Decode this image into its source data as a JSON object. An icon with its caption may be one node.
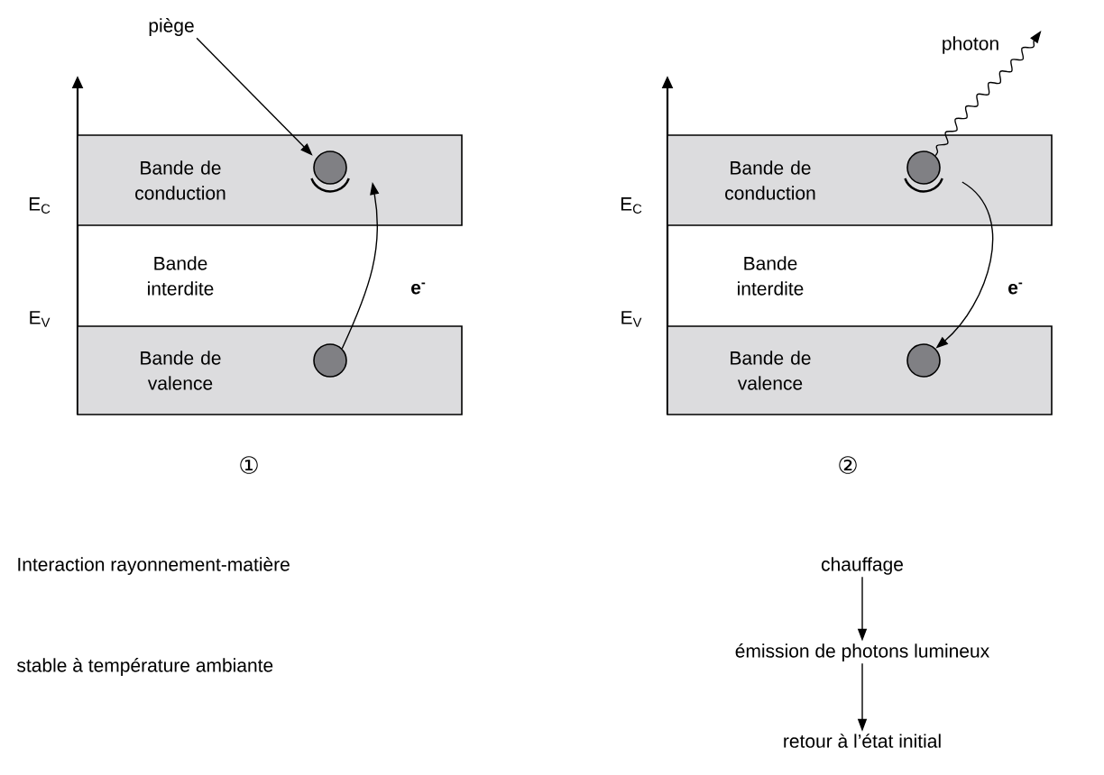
{
  "diagram": {
    "nodes": [
      {
        "text": [
          "Bande de conduction"
        ]
      },
      {
        "text": [
          "Bande de valence"
        ]
      },
      {
        "text": [],
        "shape": "circle",
        "in": 0
      },
      {
        "text": [],
        "shape": "circle",
        "in": 1
      },
      {
        "text": [
          "piège"
        ]
      },
      {
        "text": [
          "Bande de conduction"
        ]
      },
      {
        "text": [
          "Bande de valence"
        ]
      },
      {
        "text": [],
        "shape": "circle",
        "in": 5
      },
      {
        "text": [],
        "shape": "circle",
        "in": 6
      },
      {
        "text": [
          "photon"
        ]
      },
      {
        "text": [
          "chauffage"
        ]
      },
      {
        "text": [
          "émission de photons lumineux"
        ]
      },
      {
        "text": [
          "retour à l’état initial"
        ]
      }
    ],
    "edges": [
      {
        "from": 4,
        "to": 2,
        "arrow": "to"
      },
      {
        "from": 3,
        "to": 2,
        "arrow": "to",
        "label": "e$^{-}$"
      },
      {
        "from": 7,
        "to": 9,
        "arrow": "to"
      },
      {
        "from": 7,
        "to": 8,
        "arrow": "to",
        "label": "e$^{-}$"
      },
      {
        "from": 10,
        "to": 11,
        "arrow": "to"
      },
      {
        "from": 11,
        "to": 12,
        "arrow": "to"
      }
    ],
    "labels": [
      "E$_{C}$",
      "E$_{V}$",
      "Bande interdite",
      "①",
      "E$_{C}$",
      "E$_{V}$",
      "Bande interdite",
      "②",
      "Interaction rayonnement-matière",
      "stable à température ambiante"
    ]
  }
}
